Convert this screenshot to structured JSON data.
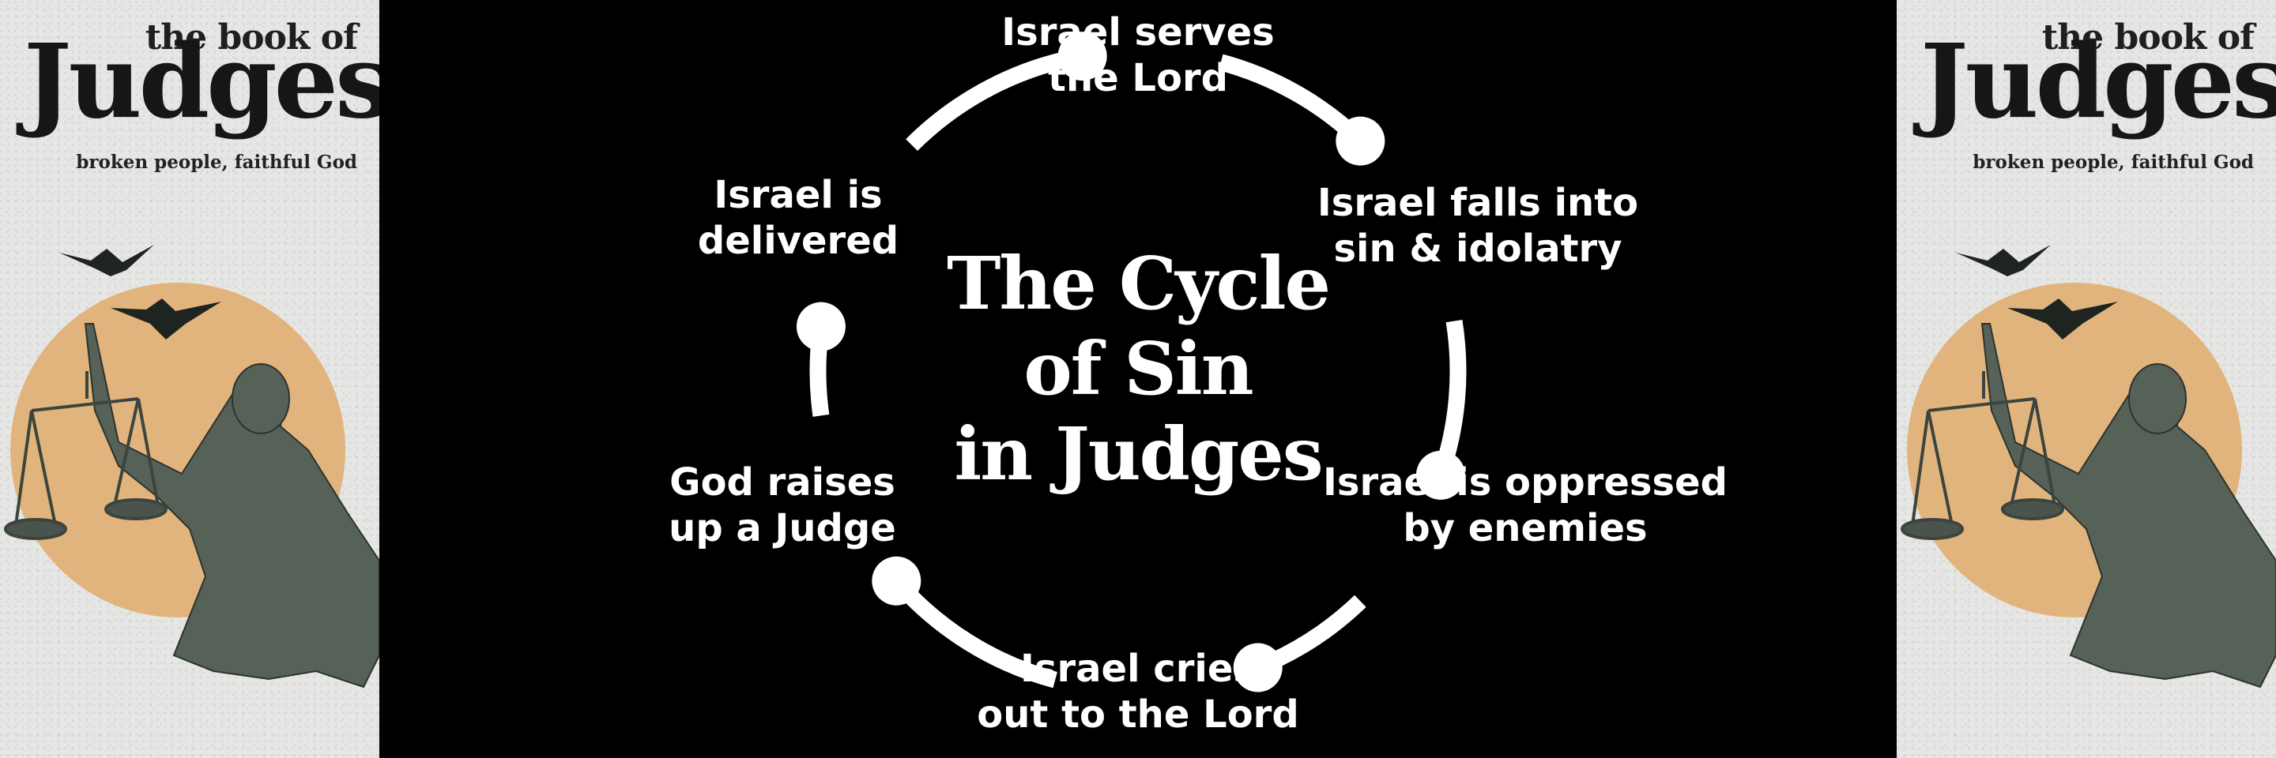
{
  "branding": {
    "book_of": "the book of",
    "title": "Judges",
    "tagline": "broken people, faithful God"
  },
  "diagram": {
    "title": "The Cycle\nof Sin\nin Judges",
    "steps": [
      "Israel serves\nthe Lord",
      "Israel falls into\nsin & idolatry",
      "Israel is oppressed\nby enemies",
      "Israel cries\nout to the Lord",
      "God raises\nup a Judge",
      "Israel is\ndelivered"
    ]
  },
  "colors": {
    "background": "#000000",
    "panel": "#e6e6e4",
    "accent_circle": "#e2b47d",
    "cycle_stroke": "#ffffff",
    "statue": "#566158",
    "bird": "#1e2420"
  },
  "icons": {
    "art": "lady-justice-statue-illustration",
    "birds": "crow-icon"
  }
}
